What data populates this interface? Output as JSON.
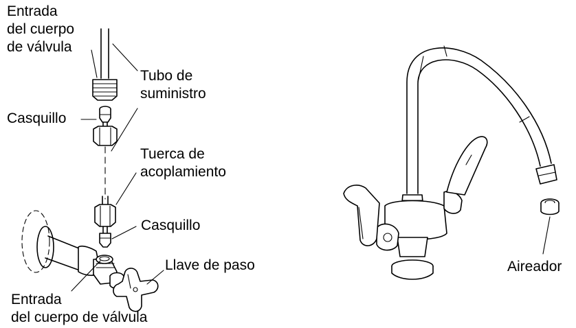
{
  "labels": {
    "valve_inlet_top": [
      "Entrada",
      "del cuerpo",
      "de válvula"
    ],
    "supply_tube": [
      "Tubo de",
      "suministro"
    ],
    "ferrule_top": "Casquillo",
    "coupling_nut": [
      "Tuerca de",
      "acoplamiento"
    ],
    "ferrule_bottom": "Casquillo",
    "stop_valve": "Llave de paso",
    "valve_inlet_bottom": [
      "Entrada",
      "del cuerpo de válvula"
    ],
    "aerator": "Aireador"
  }
}
